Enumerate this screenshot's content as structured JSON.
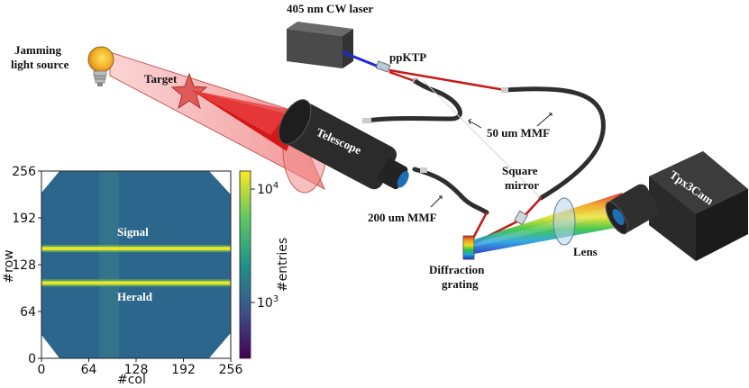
{
  "labels": {
    "laser": "405 nm CW laser",
    "crystal": "ppKTP",
    "jamming_line1": "Jamming",
    "jamming_line2": "light source",
    "target": "Target",
    "telescope": "Telescope",
    "fiber_50": "50 um MMF",
    "fiber_200": "200 um MMF",
    "square_mirror_line1": "Square",
    "square_mirror_line2": "mirror",
    "camera": "Tpx3Cam",
    "lens": "Lens",
    "grating_line1": "Diffraction",
    "grating_line2": "grating"
  },
  "colors": {
    "laser_beam": "#1a2bd6",
    "signal_beam": "#d01818",
    "jamming_cone": "#f07a7a",
    "fiber": "#2e2e2e",
    "equipment": "#2a2a2a"
  },
  "inset": {
    "signal_label": "Signal",
    "herald_label": "Herald",
    "xlabel": "#col",
    "ylabel": "#row",
    "colorbar_label": "#entries",
    "x_ticks": [
      "0",
      "64",
      "128",
      "192",
      "256"
    ],
    "y_ticks": [
      "0",
      "64",
      "128",
      "192",
      "256"
    ],
    "colorbar_ticks_base": [
      "10",
      "10"
    ],
    "colorbar_ticks_exp": [
      "4",
      "3"
    ],
    "signal_row": 150,
    "herald_row": 103
  }
}
